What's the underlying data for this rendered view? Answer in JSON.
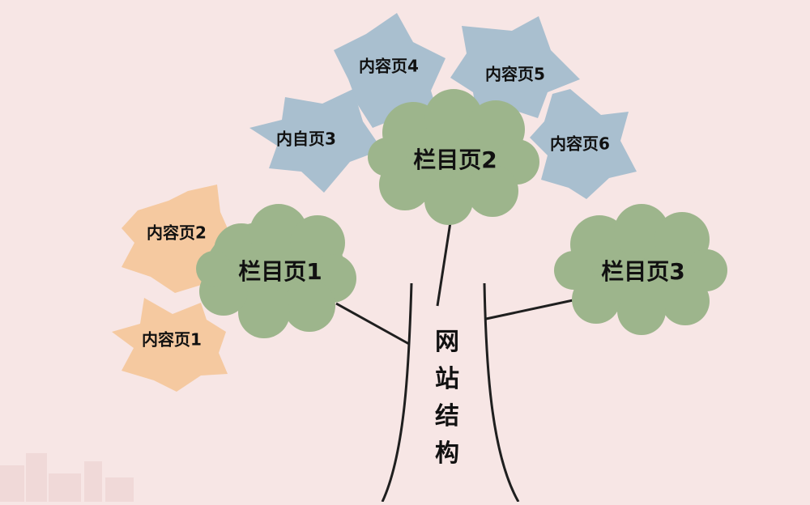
{
  "trunk_label": "网站结构",
  "categories": [
    {
      "label": "栏目页1"
    },
    {
      "label": "栏目页2"
    },
    {
      "label": "栏目页3"
    }
  ],
  "content_pages": [
    {
      "label": "内容页1"
    },
    {
      "label": "内容页2"
    },
    {
      "label": "内自页3"
    },
    {
      "label": "内容页4"
    },
    {
      "label": "内容页5"
    },
    {
      "label": "内容页6"
    }
  ],
  "colors": {
    "background": "#f7e6e5",
    "cloud_fill": "#9db58c",
    "star_blue": "#a9bfcf",
    "star_orange": "#f5c9a0",
    "trunk_line": "#1f1f1f"
  }
}
